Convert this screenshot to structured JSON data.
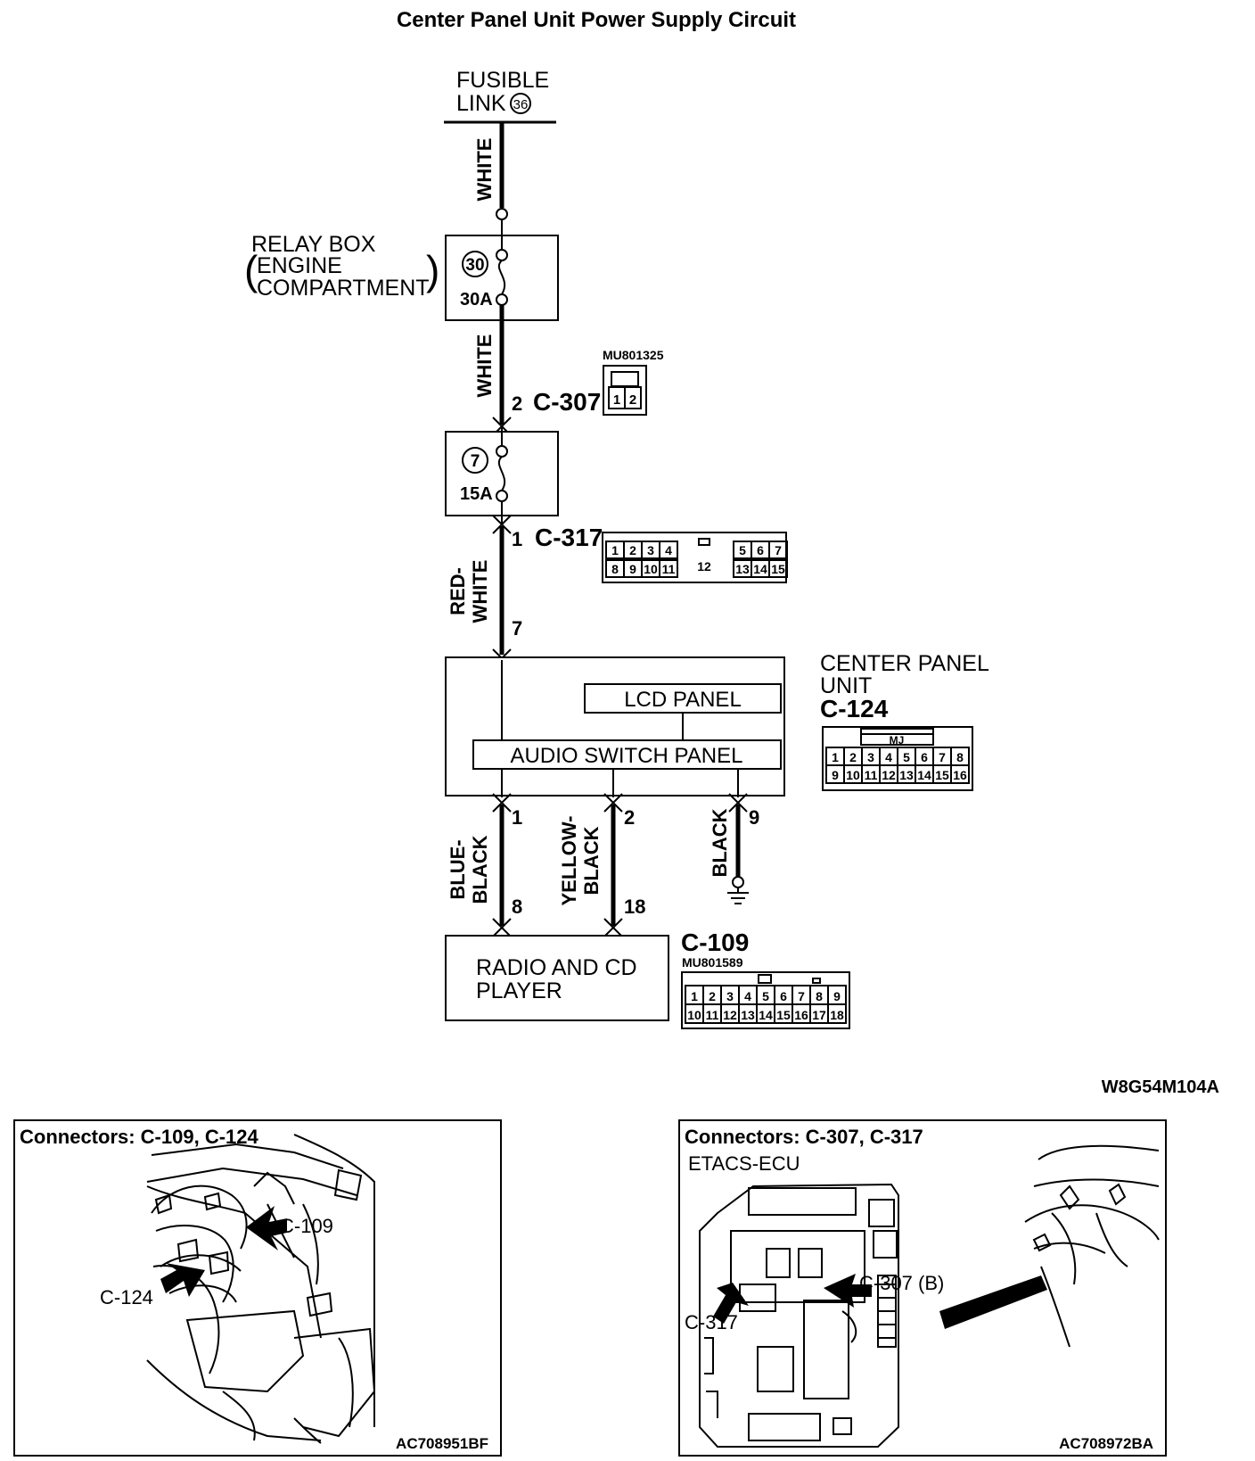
{
  "title": "Center Panel Unit Power Supply Circuit",
  "fusible_link": {
    "line1": "FUSIBLE",
    "line2": "LINK",
    "number": "36"
  },
  "relay_box": {
    "line1": "RELAY BOX",
    "line2": "ENGINE",
    "line3": "COMPARTMENT",
    "fuse_number": "30",
    "fuse_rating": "30A"
  },
  "fuse2": {
    "fuse_number": "7",
    "fuse_rating": "15A"
  },
  "wires": {
    "w1": "WHITE",
    "w2": "WHITE",
    "w3_line1": "RED-",
    "w3_line2": "WHITE",
    "w4_line1": "BLUE-",
    "w4_line2": "BLACK",
    "w5_line1": "YELLOW-",
    "w5_line2": "BLACK",
    "w6": "BLACK"
  },
  "c307": {
    "pin": "2",
    "name": "C-307",
    "part": "MU801325",
    "pins": [
      "1",
      "2"
    ]
  },
  "c317": {
    "pin": "1",
    "name": "C-317",
    "row1": [
      "1",
      "2",
      "3",
      "4",
      "",
      "5",
      "6",
      "7"
    ],
    "row2": [
      "8",
      "9",
      "10",
      "11",
      "",
      "13",
      "14",
      "15"
    ],
    "middle": "12"
  },
  "center_panel": {
    "pin_in": "7",
    "line1": "CENTER PANEL",
    "line2": "UNIT",
    "line3": "C-124",
    "lcd": "LCD PANEL",
    "audio": "AUDIO SWITCH PANEL",
    "pins_out": [
      "1",
      "2",
      "9"
    ],
    "mj": "MJ",
    "row1": [
      "1",
      "2",
      "3",
      "4",
      "5",
      "6",
      "7",
      "8"
    ],
    "row2": [
      "9",
      "10",
      "11",
      "12",
      "13",
      "14",
      "15",
      "16"
    ]
  },
  "radio": {
    "line1": "RADIO AND CD",
    "line2": "PLAYER",
    "pins_in": [
      "8",
      "18"
    ],
    "connector": "C-109",
    "part": "MU801589",
    "row1": [
      "1",
      "2",
      "3",
      "4",
      "5",
      "6",
      "7",
      "8",
      "9"
    ],
    "row2": [
      "10",
      "11",
      "12",
      "13",
      "14",
      "15",
      "16",
      "17",
      "18"
    ]
  },
  "diagram_code": "W8G54M104A",
  "panel_left": {
    "title": "Connectors: C-109, C-124",
    "label_a": "C-109",
    "label_b": "C-124",
    "code": "AC708951BF"
  },
  "panel_right": {
    "title": "Connectors: C-307, C-317",
    "subtitle": "ETACS-ECU",
    "label_a": "C-307 (B)",
    "label_b": "C-317",
    "code": "AC708972BA"
  }
}
